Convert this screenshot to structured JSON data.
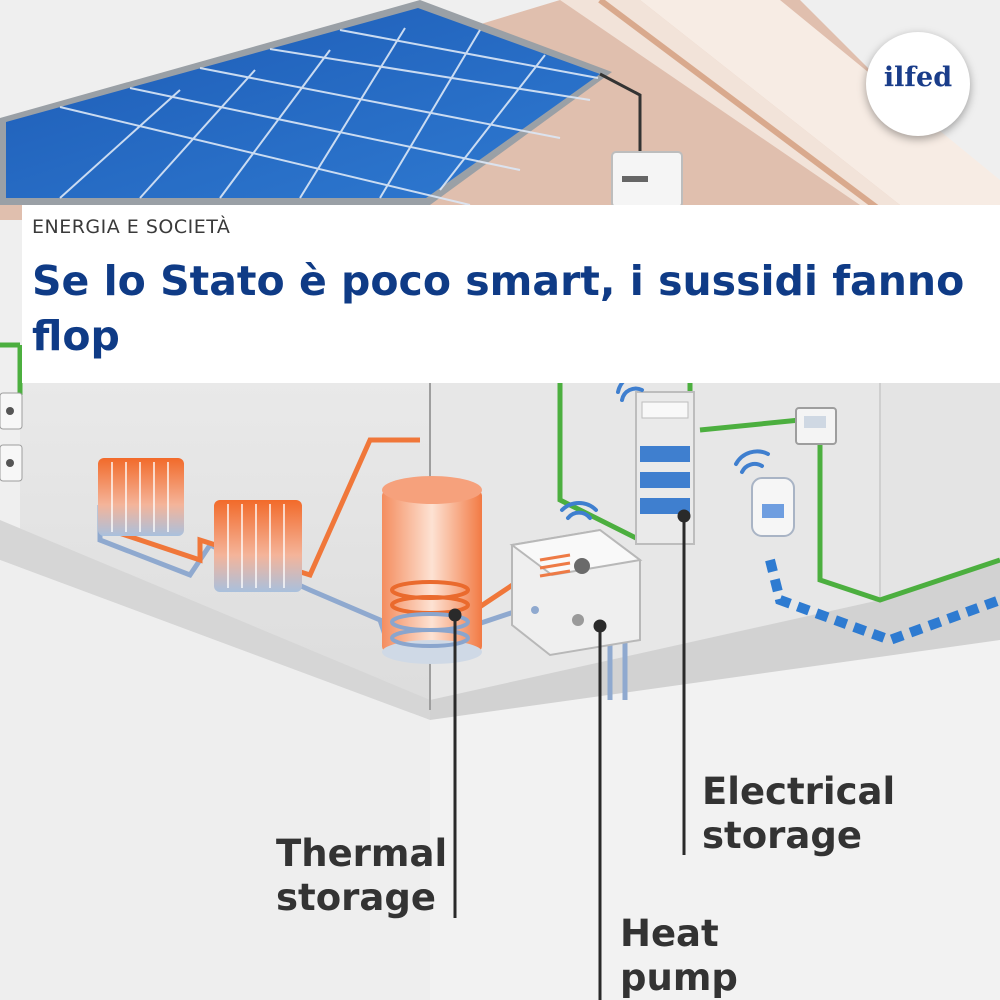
{
  "article": {
    "category": "ENERGIA E SOCIETÀ",
    "headline": "Se lo Stato è poco smart, i sussidi fanno flop"
  },
  "brand": {
    "logo_text": "ilfed",
    "color": "#1a3d8a",
    "headline_color": "#0f3b86"
  },
  "illustration": {
    "callouts": {
      "thermal_storage": "Thermal\nstorage",
      "heat_pump": "Heat\npump",
      "electrical_storage": "Electrical\nstorage"
    },
    "icons": [
      "solar-panel-icon",
      "inverter-icon",
      "radiator-icon",
      "thermal-tank-icon",
      "heat-pump-icon",
      "battery-icon",
      "wifi-icon",
      "power-socket-icon",
      "thermostat-icon"
    ]
  }
}
